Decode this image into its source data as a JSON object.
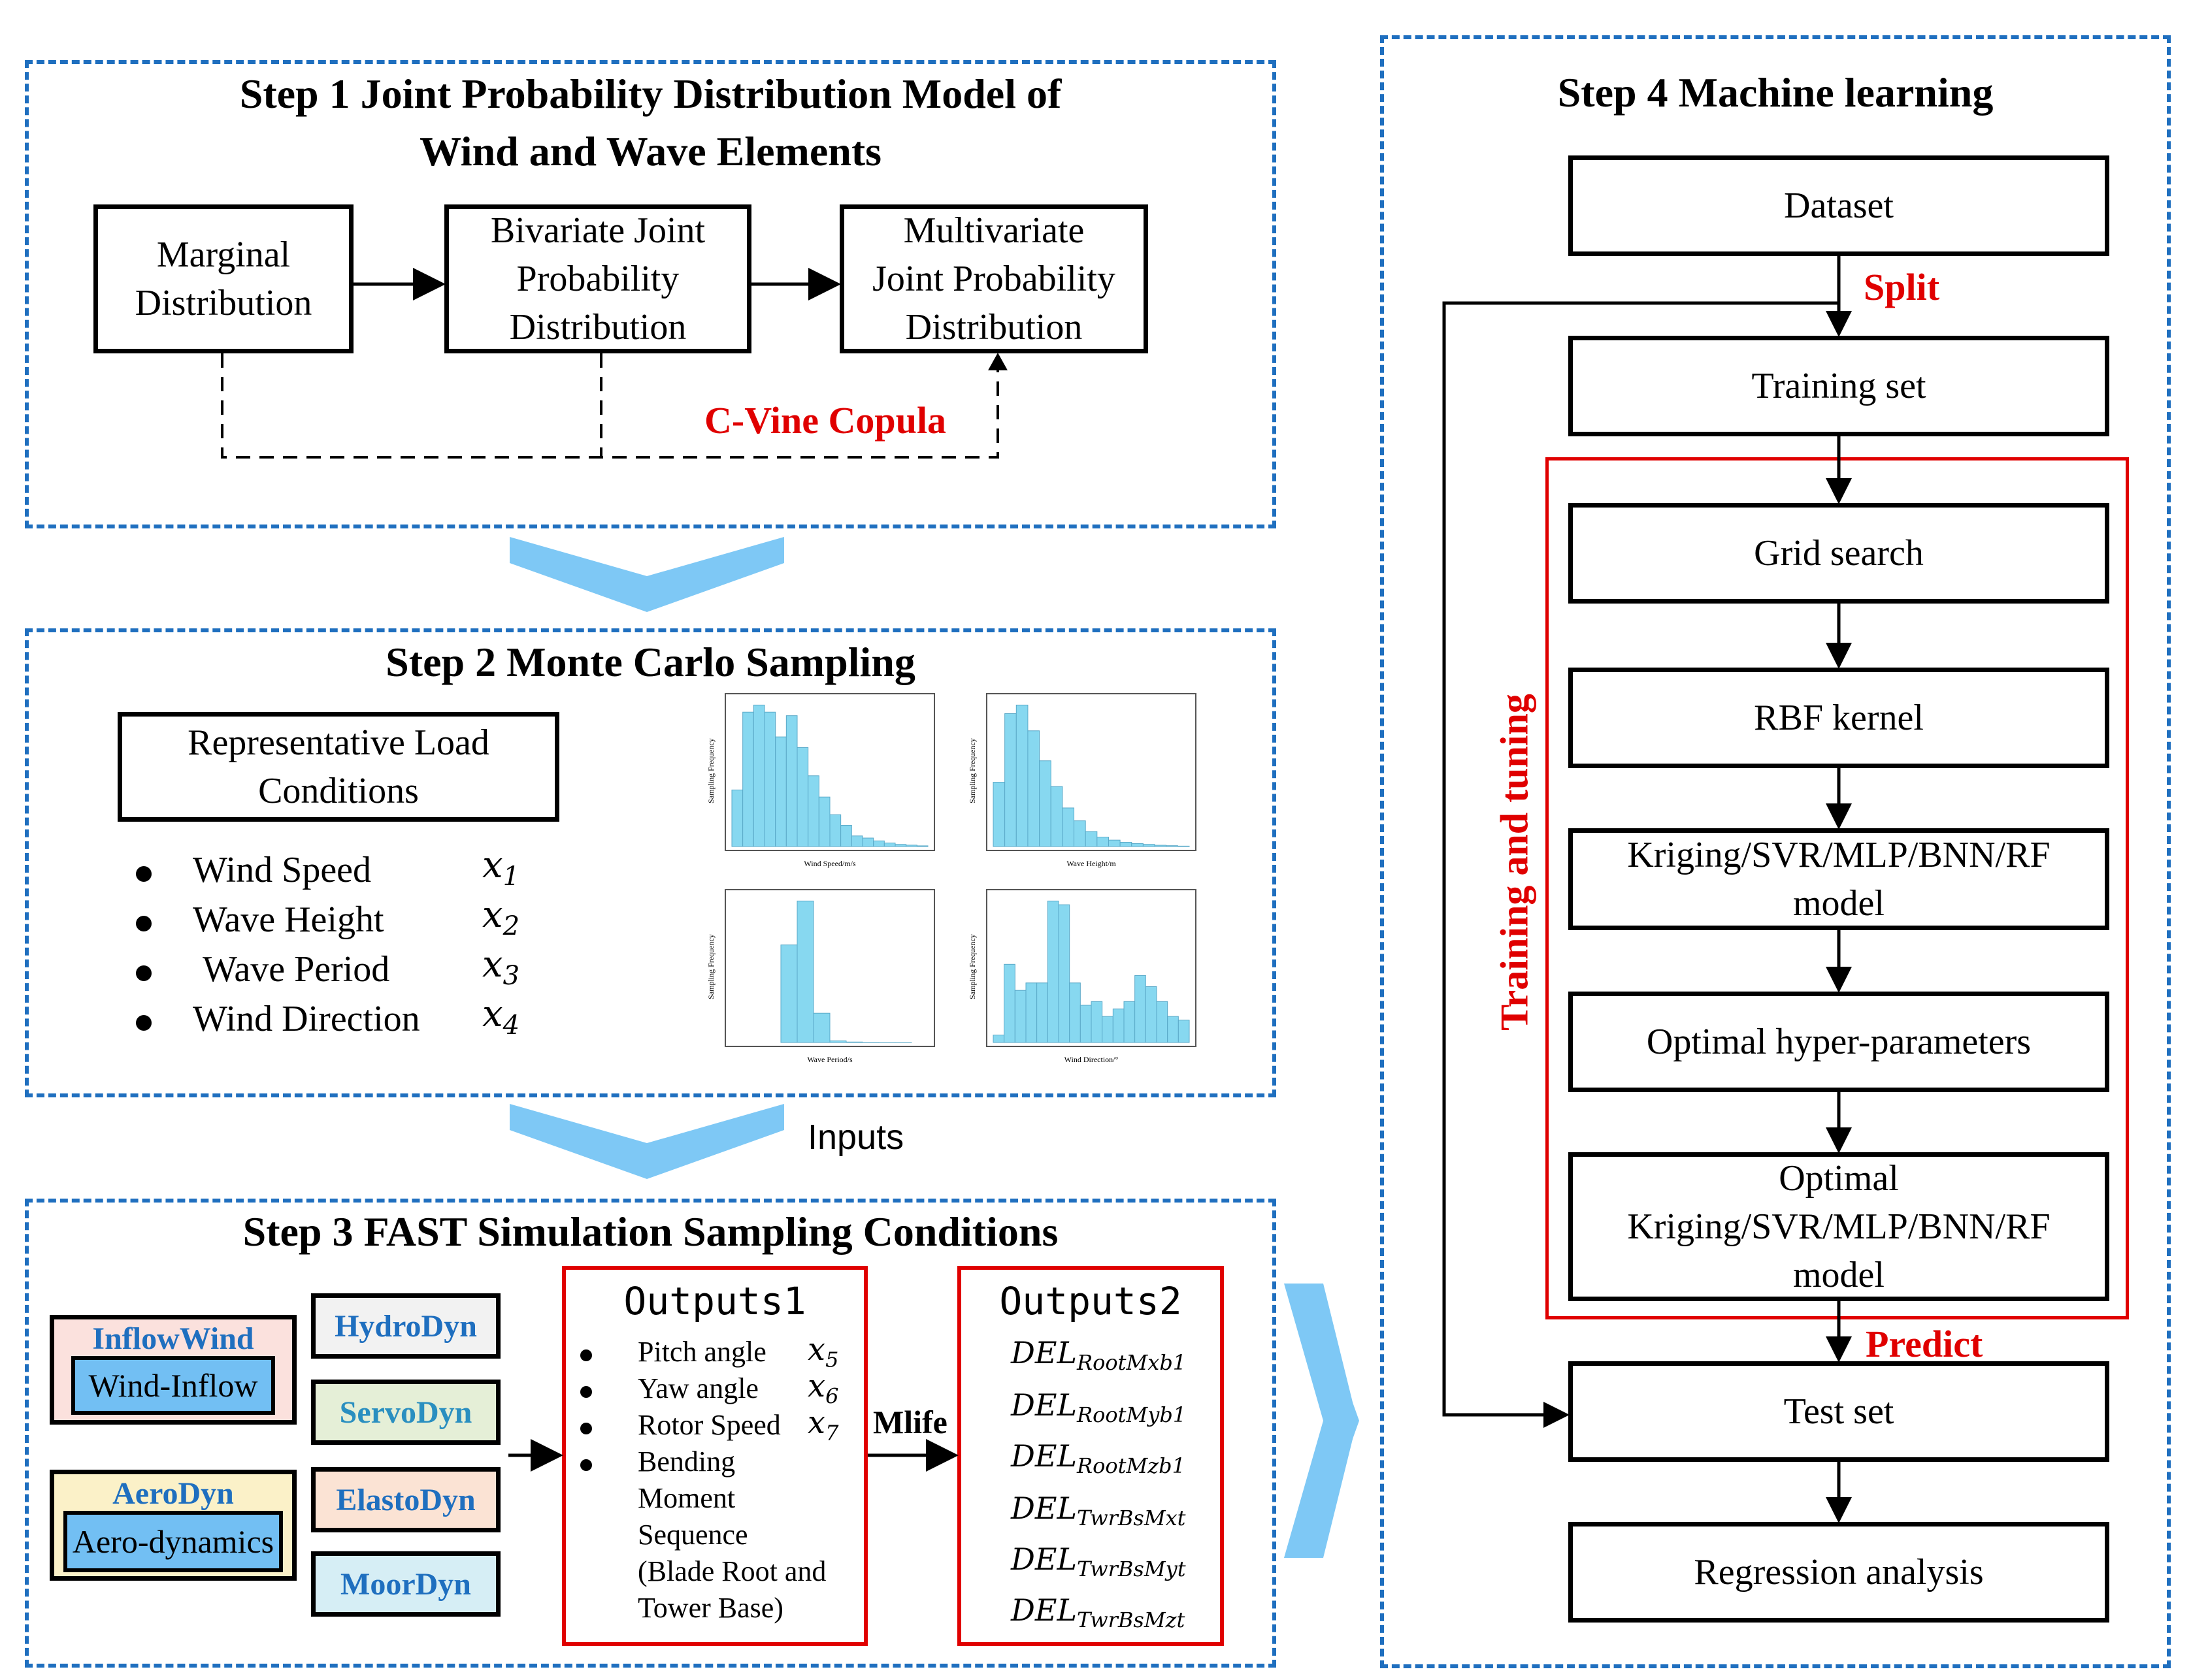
{
  "step1": {
    "title_line1": "Step 1 Joint Probability Distribution Model of",
    "title_line2": "Wind and Wave Elements",
    "box_marginal_line1": "Marginal",
    "box_marginal_line2": "Distribution",
    "box_bivariate_line1": "Bivariate Joint",
    "box_bivariate_line2": "Probability",
    "box_bivariate_line3": "Distribution",
    "box_multivariate_line1": "Multivariate",
    "box_multivariate_line2": "Joint Probability",
    "box_multivariate_line3": "Distribution",
    "copula_label": "C-Vine Copula"
  },
  "step2": {
    "title": "Step 2 Monte Carlo Sampling",
    "box_line1": "Representative Load",
    "box_line2": "Conditions",
    "variables": [
      {
        "name": "Wind Speed",
        "sym": "x",
        "sub": "1"
      },
      {
        "name": "Wave Height",
        "sym": "x",
        "sub": "2"
      },
      {
        "name": "Wave Period",
        "sym": "x",
        "sub": "3"
      },
      {
        "name": "Wind Direction",
        "sym": "x",
        "sub": "4"
      }
    ]
  },
  "inputs_label": "Inputs",
  "step3": {
    "title": "Step 3 FAST Simulation Sampling Conditions",
    "inflowwind": "InflowWind",
    "wind_inflow": "Wind-Inflow",
    "aerodyn": "AeroDyn",
    "aero_dynamics": "Aero-dynamics",
    "hydrodyn": "HydroDyn",
    "servodyn": "ServoDyn",
    "elastodyn": "ElastoDyn",
    "moordyn": "MoorDyn",
    "mlife": "Mlife",
    "outputs1": {
      "title": "Outputs1",
      "items": [
        {
          "label": "Pitch angle",
          "sym": "x",
          "sub": "5"
        },
        {
          "label": "Yaw angle",
          "sym": "x",
          "sub": "6"
        },
        {
          "label": "Rotor Speed",
          "sym": "x",
          "sub": "7"
        },
        {
          "label": "Bending",
          "sym": "",
          "sub": ""
        }
      ],
      "cont_lines": [
        "Moment",
        "Sequence",
        "(Blade Root and",
        "Tower Base)"
      ]
    },
    "outputs2": {
      "title": "Outputs2",
      "items": [
        {
          "main": "DEL",
          "sub": "RootMxb1"
        },
        {
          "main": "DEL",
          "sub": "RootMyb1"
        },
        {
          "main": "DEL",
          "sub": "RootMzb1"
        },
        {
          "main": "DEL",
          "sub": "TwrBsMxt"
        },
        {
          "main": "DEL",
          "sub": "TwrBsMyt"
        },
        {
          "main": "DEL",
          "sub": "TwrBsMzt"
        }
      ]
    }
  },
  "step4": {
    "title": "Step 4 Machine learning",
    "dataset": "Dataset",
    "split": "Split",
    "training_set": "Training set",
    "grid_search": "Grid search",
    "rbf": "RBF kernel",
    "model_line1": "Kriging/SVR/MLP/BNN/RF",
    "model_line2": "model",
    "optimal_hp": "Optimal hyper-parameters",
    "opt_model_line1": "Optimal",
    "opt_model_line2": "Kriging/SVR/MLP/BNN/RF",
    "opt_model_line3": "model",
    "training_tuning": "Training and tuning",
    "predict": "Predict",
    "test_set": "Test set",
    "regression": "Regression analysis"
  },
  "colors": {
    "panel_dash": "#1f6fbf",
    "accent_red": "#e00000",
    "chevron": "#7ec8f5",
    "module_blue_text": "#1f6fbf",
    "histogram_bar": "#87d8f0"
  },
  "histograms": [
    {
      "xlabel": "Wind Speed/m/s",
      "ylabel": "Sampling Frequency",
      "bins": [
        800,
        1900,
        2000,
        1900,
        1550,
        1850,
        1400,
        1000,
        700,
        450,
        300,
        150,
        120,
        80,
        50,
        30,
        20,
        10
      ]
    },
    {
      "xlabel": "Wave Height/m",
      "ylabel": "Sampling Frequency",
      "bins": [
        1500,
        3100,
        3300,
        2700,
        2000,
        1400,
        900,
        600,
        350,
        220,
        150,
        100,
        70,
        50,
        30,
        20,
        10
      ]
    },
    {
      "xlabel": "Wave Period/s",
      "ylabel": "Sampling Frequency",
      "bins": [
        0,
        0,
        0,
        6000,
        8700,
        1800,
        100,
        30,
        10,
        5,
        5,
        0
      ]
    },
    {
      "xlabel": "Wind Direction/°",
      "ylabel": "Sampling Frequency",
      "bins": [
        100,
        1050,
        700,
        800,
        800,
        1900,
        1850,
        800,
        500,
        550,
        350,
        450,
        550,
        900,
        750,
        550,
        350,
        300
      ]
    }
  ]
}
